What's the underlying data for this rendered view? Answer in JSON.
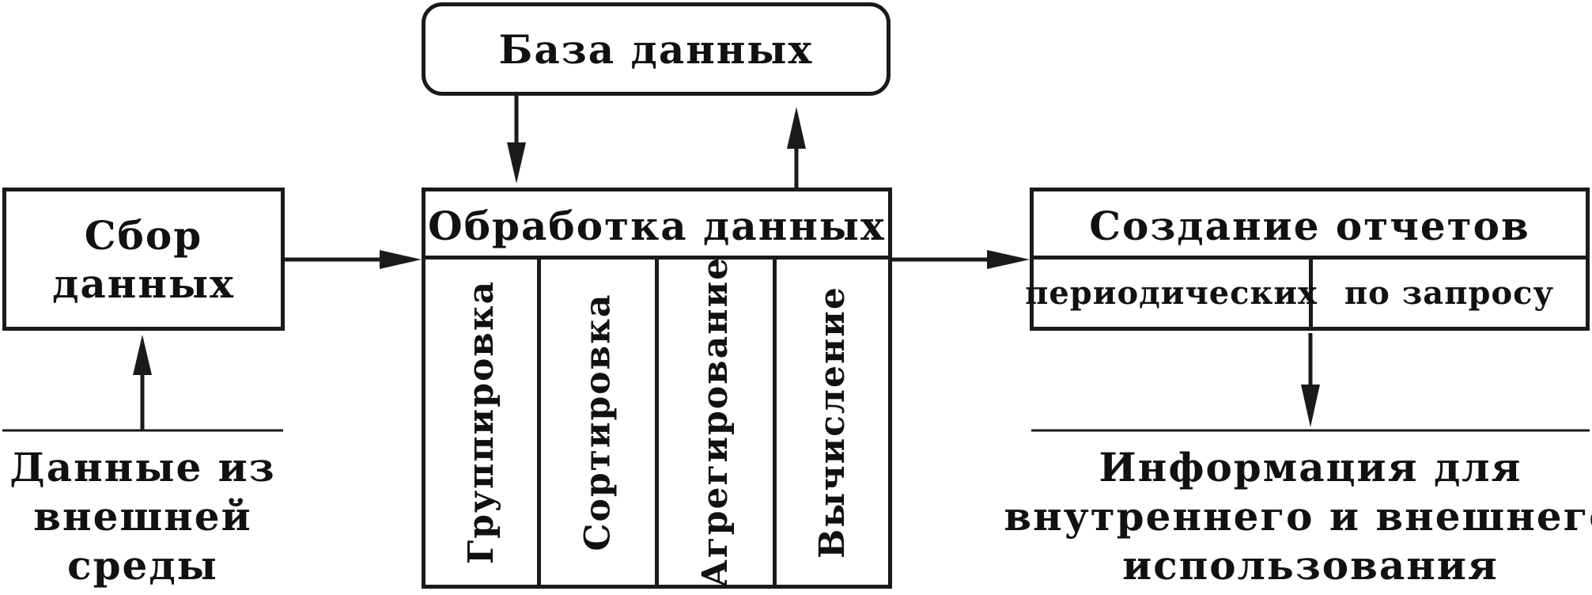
{
  "database": {
    "label": "База данных"
  },
  "collect": {
    "line1": "Сбор",
    "line2": "данных"
  },
  "external": {
    "line1": "Данные из",
    "line2": "внешней",
    "line3": "среды"
  },
  "processing": {
    "title": "Обработка данных",
    "steps": [
      "Группировка",
      "Сортировка",
      "Агрегирование",
      "Вычисление"
    ]
  },
  "reports": {
    "title": "Создание отчетов",
    "periodic": "периодических",
    "on_request": "по запросу"
  },
  "output": {
    "line1": "Информация для",
    "line2": "внутреннего и внешнего",
    "line3": "использования"
  }
}
